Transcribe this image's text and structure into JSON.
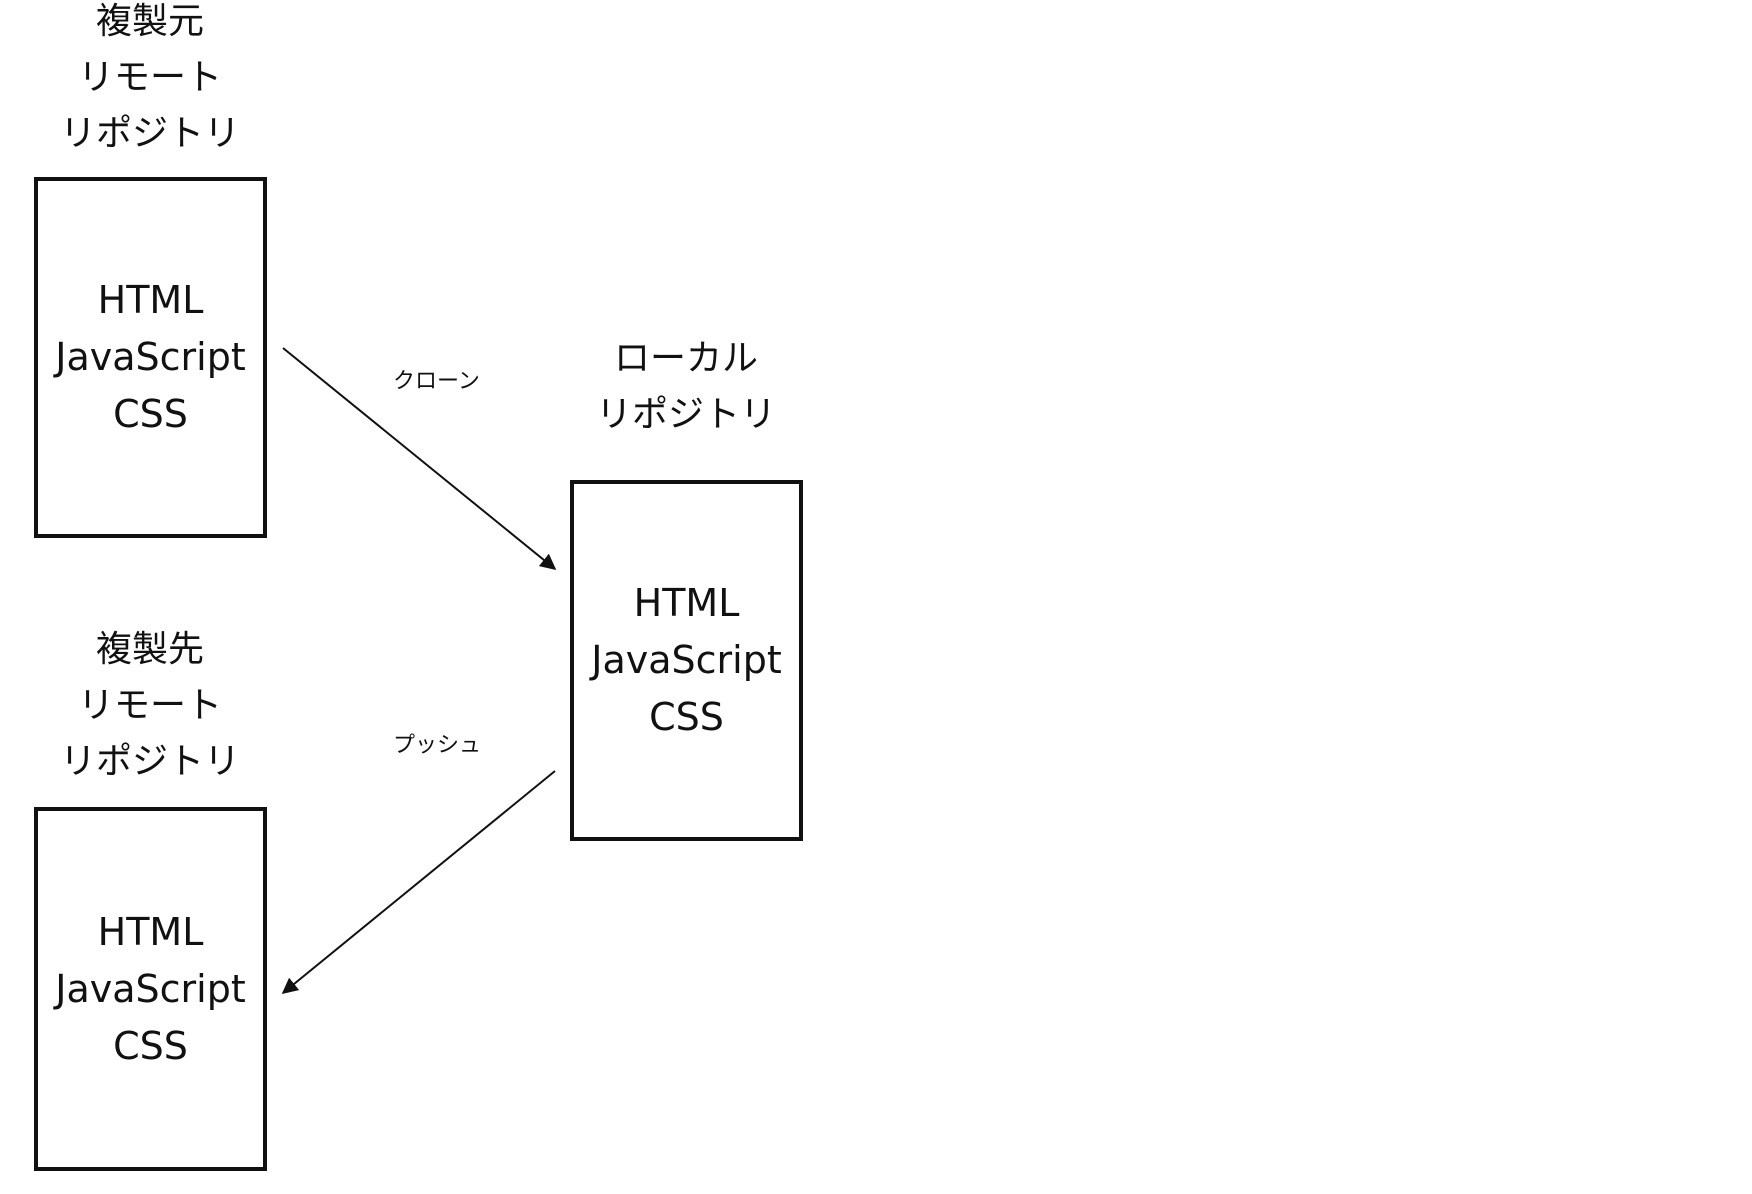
{
  "source_repo": {
    "title_lines": [
      "複製元",
      "リモート",
      "リポジトリ"
    ],
    "files": [
      "HTML",
      "JavaScript",
      "CSS"
    ]
  },
  "destination_repo": {
    "title_lines": [
      "複製先",
      "リモート",
      "リポジトリ"
    ],
    "files": [
      "HTML",
      "JavaScript",
      "CSS"
    ]
  },
  "local_repo": {
    "title_lines": [
      "ローカル",
      "リポジトリ"
    ],
    "files": [
      "HTML",
      "JavaScript",
      "CSS"
    ]
  },
  "edges": {
    "clone_label": "クローン",
    "push_label": "プッシュ"
  }
}
